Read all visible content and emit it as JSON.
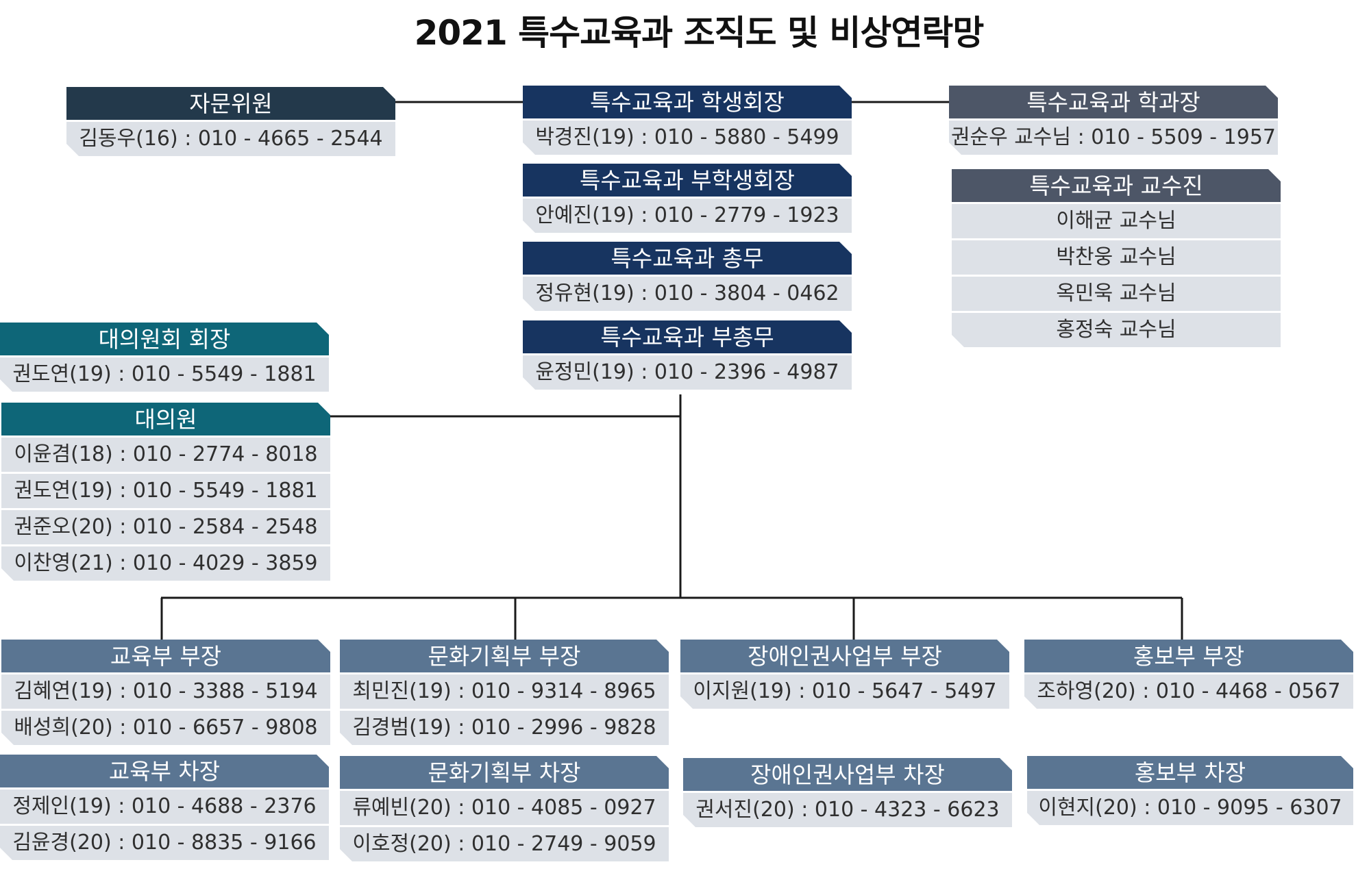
{
  "title": "2021 특수교육과 조직도 및 비상연락망",
  "colors": {
    "line": "#1a1a1a",
    "row_bg": "#dde1e7",
    "advisor": "#23394b",
    "exec": "#173460",
    "faculty": "#4d5667",
    "council": "#0e6678",
    "dept": "#5a7592"
  },
  "advisor": {
    "title": "자문위원",
    "rows": [
      "김동우(16) : 010 - 4665 - 2544"
    ]
  },
  "president": {
    "title": "특수교육과 학생회장",
    "rows": [
      "박경진(19) : 010 - 5880 - 5499"
    ]
  },
  "vice_president": {
    "title": "특수교육과 부학생회장",
    "rows": [
      "안예진(19) : 010 - 2779 - 1923"
    ]
  },
  "secretary": {
    "title": "특수교육과 총무",
    "rows": [
      "정유현(19) : 010 - 3804 - 0462"
    ]
  },
  "vice_secretary": {
    "title": "특수교육과 부총무",
    "rows": [
      "윤정민(19) : 010 - 2396 - 4987"
    ]
  },
  "dept_head": {
    "title": "특수교육과 학과장",
    "rows": [
      "권순우 교수님 : 010 - 5509 - 1957"
    ]
  },
  "faculty": {
    "title": "특수교육과 교수진",
    "rows": [
      "이해균 교수님",
      "박찬웅 교수님",
      "옥민욱 교수님",
      "홍정숙 교수님"
    ]
  },
  "council_chair": {
    "title": "대의원회 회장",
    "rows": [
      "권도연(19) : 010 - 5549 - 1881"
    ]
  },
  "council": {
    "title": "대의원",
    "rows": [
      "이윤겸(18) : 010 - 2774 - 8018",
      "권도연(19) : 010 - 5549 - 1881",
      "권준오(20) : 010 - 2584 - 2548",
      "이찬영(21) : 010 - 4029 - 3859"
    ]
  },
  "edu_head": {
    "title": "교육부 부장",
    "rows": [
      "김혜연(19) : 010 - 3388 - 5194",
      "배성희(20) : 010 - 6657 - 9808"
    ]
  },
  "edu_deputy": {
    "title": "교육부 차장",
    "rows": [
      "정제인(19) : 010 - 4688 - 2376",
      "김윤경(20) : 010 - 8835 - 9166"
    ]
  },
  "culture_head": {
    "title": "문화기획부 부장",
    "rows": [
      "최민진(19) : 010 - 9314 - 8965",
      "김경범(19) : 010 - 2996 - 9828"
    ]
  },
  "culture_deputy": {
    "title": "문화기획부 차장",
    "rows": [
      "류예빈(20) : 010 - 4085 - 0927",
      "이호정(20) : 010 - 2749 - 9059"
    ]
  },
  "rights_head": {
    "title": "장애인권사업부 부장",
    "rows": [
      "이지원(19) : 010 - 5647 - 5497"
    ]
  },
  "rights_deputy": {
    "title": "장애인권사업부 차장",
    "rows": [
      "권서진(20) : 010 - 4323 - 6623"
    ]
  },
  "pr_head": {
    "title": "홍보부 부장",
    "rows": [
      "조하영(20) : 010 - 4468 - 0567"
    ]
  },
  "pr_deputy": {
    "title": "홍보부 차장",
    "rows": [
      "이현지(20) : 010 - 9095 - 6307"
    ]
  }
}
